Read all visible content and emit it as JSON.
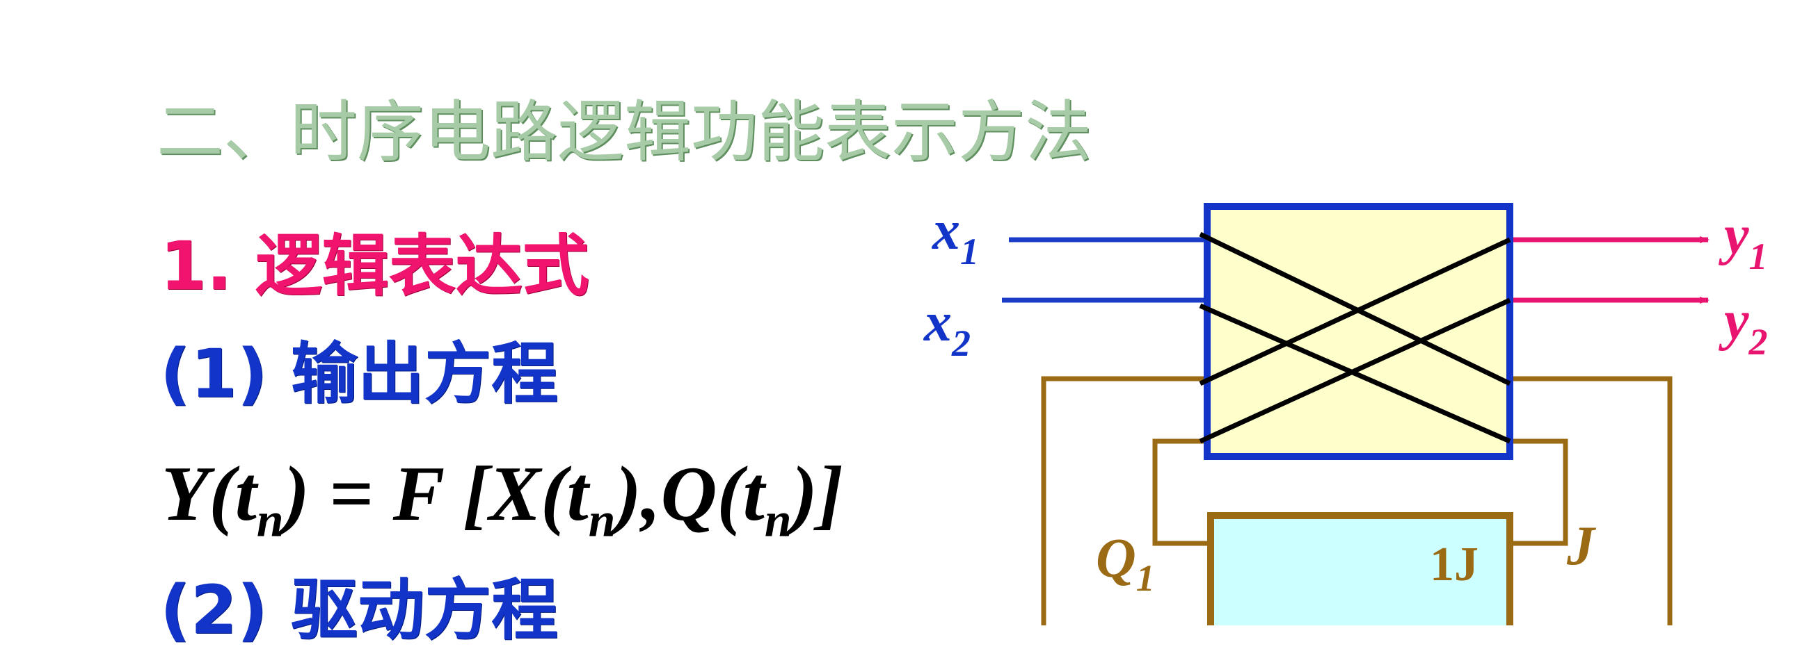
{
  "title": "二、时序电路逻辑功能表示方法",
  "section": "1. 逻辑表达式",
  "subsections": [
    {
      "label": "(1) 输出方程"
    },
    {
      "label": "(2) 驱动方程"
    }
  ],
  "output_equation": {
    "lhs_var": "Y",
    "lhs_sub": "n",
    "mid": ") = F [",
    "x_var": "X(t",
    "x_sub": "n",
    "q_var": "),Q(t",
    "q_sub": "n",
    "end": ")]"
  },
  "diagram": {
    "inputs": [
      {
        "var": "x",
        "sub": "1"
      },
      {
        "var": "x",
        "sub": "2"
      }
    ],
    "outputs": [
      {
        "var": "y",
        "sub": "1"
      },
      {
        "var": "y",
        "sub": "2"
      }
    ],
    "flipflop": {
      "q_label_var": "Q",
      "q_label_sub": "1",
      "input_label": "1J",
      "j_label": "J"
    }
  },
  "colors": {
    "title": "#a6cba6",
    "section": "#f0146e",
    "subsection": "#1234c8",
    "input_wires": "#1a3cc8",
    "output_wires": "#e81470",
    "feedback_wires": "#9b6a14",
    "combo_block_fill": "#ffffcc",
    "combo_block_border": "#1234c8",
    "ff_fill": "#ccffff",
    "ff_border": "#9b6a14"
  }
}
